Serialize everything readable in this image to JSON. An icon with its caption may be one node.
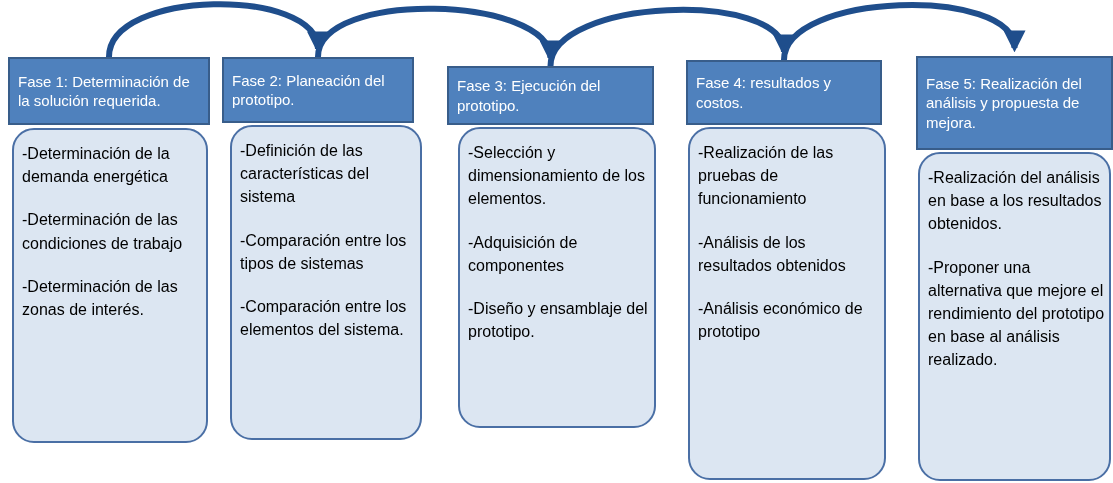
{
  "diagram": {
    "nodes": [
      {
        "text": [
          "Fase 1: Determinación de la solución requerida."
        ]
      },
      {
        "text": [
          "-Determinación de la demanda energética",
          "-Determinación de las condiciones de trabajo",
          "-Determinación de las zonas de interés."
        ]
      },
      {
        "text": [
          "Fase 2: Planeación del prototipo."
        ]
      },
      {
        "text": [
          "-Definición de las características del sistema",
          "-Comparación entre los tipos de sistemas",
          "-Comparación entre los elementos del sistema."
        ]
      },
      {
        "text": [
          "Fase 3: Ejecución del prototipo."
        ]
      },
      {
        "text": [
          "-Selección y dimensionamiento de los elementos.",
          "-Adquisición de componentes",
          "-Diseño y ensamblaje del prototipo."
        ]
      },
      {
        "text": [
          "Fase 4: resultados y costos."
        ]
      },
      {
        "text": [
          "-Realización de las pruebas de funcionamiento",
          "-Análisis de los resultados obtenidos",
          "-Análisis económico de prototipo"
        ]
      },
      {
        "text": [
          "Fase 5: Realización del análisis y propuesta de mejora."
        ]
      },
      {
        "text": [
          "-Realización del análisis en base a los resultados obtenidos.",
          "-Proponer una alternativa que mejore el rendimiento del prototipo en base al análisis realizado."
        ]
      }
    ],
    "edges": [
      {
        "from": 0,
        "to": 2,
        "arrow": "to"
      },
      {
        "from": 2,
        "to": 4,
        "arrow": "to"
      },
      {
        "from": 4,
        "to": 6,
        "arrow": "to"
      },
      {
        "from": 6,
        "to": 8,
        "arrow": "to"
      }
    ]
  }
}
